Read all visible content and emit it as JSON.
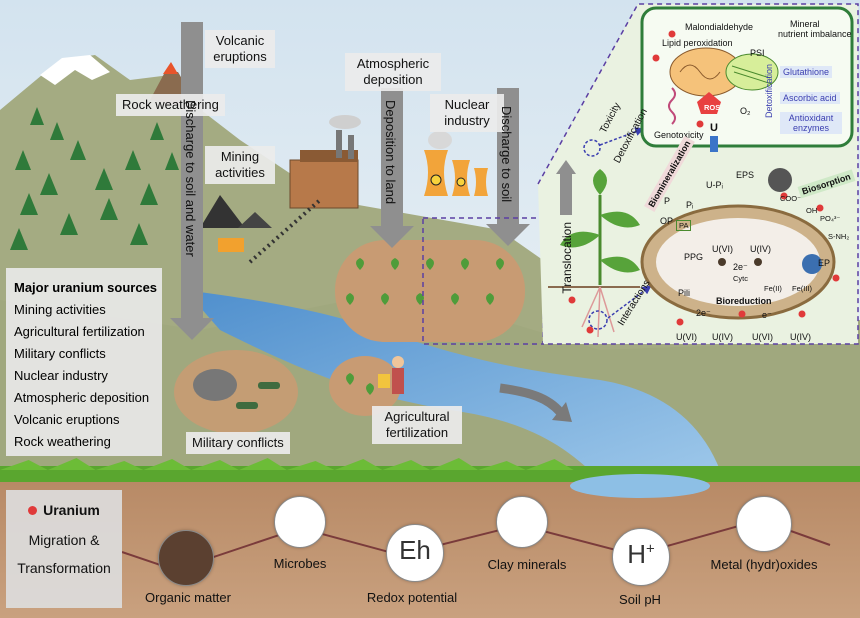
{
  "sources": {
    "volcanic": "Volcanic eruptions",
    "rock": "Rock weathering",
    "mining": "Mining activities",
    "atmospheric": "Atmospheric deposition",
    "nuclear": "Nuclear industry",
    "military": "Military conflicts",
    "agricultural": "Agricultural fertilization"
  },
  "arrows": {
    "discharge_soil_water": "Discharge to soil and water",
    "deposition_land": "Deposition to land",
    "discharge_soil": "Discharge to soil"
  },
  "major_sources": {
    "title": "Major uranium sources",
    "items": [
      "Mining activities",
      "Agricultural fertilization",
      "Military conflicts",
      "Nuclear industry",
      "Atmospheric deposition",
      "Volcanic eruptions",
      "Rock weathering"
    ]
  },
  "plant": {
    "translocation": "Translocation",
    "toxicity": "Toxicity",
    "detoxification": "Detoxification",
    "interactions": "Interactions"
  },
  "cell": {
    "malondialdehyde": "Malondialdehyde",
    "mineral": "Mineral",
    "nutrient_imbalance": "nutrient imbalance",
    "lipid_peroxidation": "Lipid peroxidation",
    "psi": "PSI",
    "detoxification": "Detoxification",
    "glutathione": "Glutathione",
    "ascorbic": "Ascorbic acid",
    "antioxidant": "Antioxidant enzymes",
    "ros": "ROS",
    "o2": "O₂",
    "genotoxicity": "Genotoxicity",
    "u": "U"
  },
  "microbe": {
    "eps": "EPS",
    "biosorption": "Biosorption",
    "biomineralization": "Biomineralization",
    "op": "OP",
    "pa": "PA",
    "ppg": "PPG",
    "uvi": "U(VI)",
    "uiv": "U(IV)",
    "e2": "2e⁻",
    "cytc": "Cytc",
    "feii": "Fe(II)",
    "feiii": "Fe(III)",
    "ep": "EP",
    "pili": "Pili",
    "bioreduction": "Bioreduction",
    "e": "e⁻",
    "p": "P",
    "pi": "Pᵢ",
    "upi": "U-Pᵢ",
    "cooh": "COO⁻",
    "oh": "OH",
    "po4": "PO₄³⁻",
    "snh": "S-NH₂"
  },
  "bottom": {
    "uranium": "Uranium",
    "migration": "Migration &",
    "transformation": "Transformation",
    "factors": {
      "organic": "Organic matter",
      "microbes": "Microbes",
      "eh_symbol": "Eh",
      "redox": "Redox potential",
      "clay": "Clay minerals",
      "ph_symbol": "H",
      "ph_plus": "+",
      "soil_ph": "Soil pH",
      "metal": "Metal (hydr)oxides"
    }
  },
  "colors": {
    "sky": "#dde9f2",
    "hill": "#9aa27a",
    "soil": "#c19573",
    "grass": "#59a52f",
    "river": "#6fa7d4",
    "arrow": "#8a8a8a",
    "panel_border": "#5b3fa3",
    "uranium": "#e03a3a"
  }
}
